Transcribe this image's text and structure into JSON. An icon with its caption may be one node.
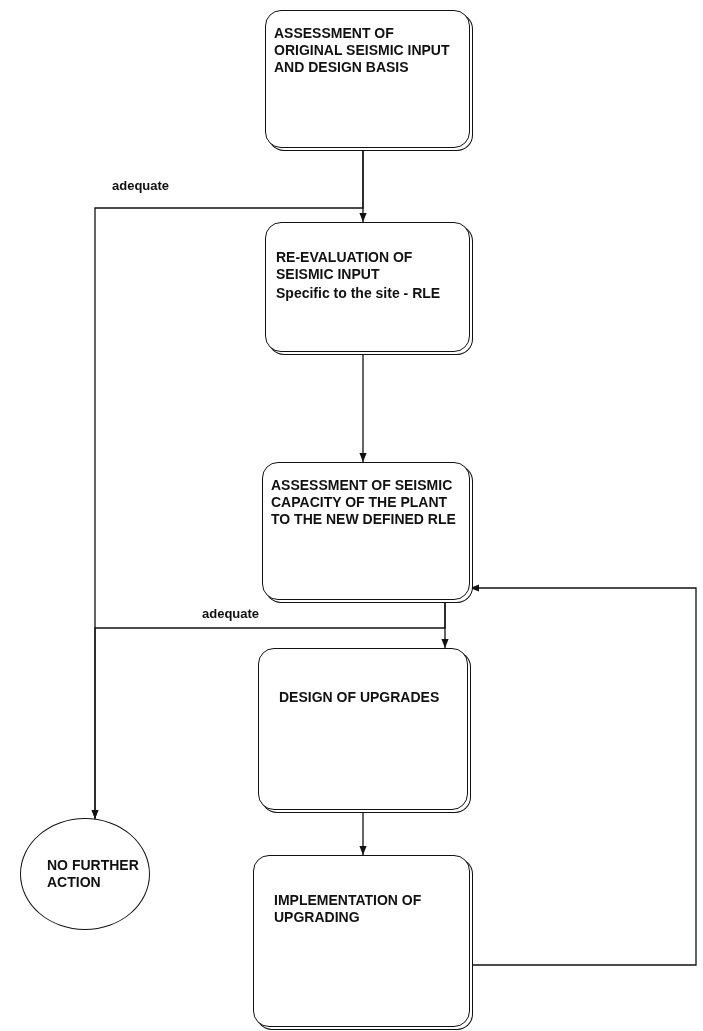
{
  "diagram": {
    "nodes": [
      {
        "text": [
          "ASSESSMENT OF ORIGINAL SEISMIC INPUT AND DESIGN BASIS"
        ]
      },
      {
        "text": [
          "RE-EVALUATION OF SEISMIC INPUT",
          "Specific to the site - RLE"
        ]
      },
      {
        "text": [
          "ASSESSMENT OF SEISMIC CAPACITY OF THE PLANT TO THE NEW DEFINED RLE"
        ]
      },
      {
        "text": [
          "DESIGN OF UPGRADES"
        ]
      },
      {
        "text": [
          "IMPLEMENTATION OF UPGRADING"
        ]
      },
      {
        "text": [
          "NO FURTHER ACTION"
        ]
      }
    ],
    "edges": [
      {
        "from": 0,
        "to": 1,
        "arrow": "to"
      },
      {
        "from": 0,
        "to": 5,
        "arrow": "to",
        "label": "adequate"
      },
      {
        "from": 1,
        "to": 2,
        "arrow": "to"
      },
      {
        "from": 2,
        "to": 3,
        "arrow": "to"
      },
      {
        "from": 2,
        "to": 5,
        "arrow": "to",
        "label": "adequate"
      },
      {
        "from": 3,
        "to": 4,
        "arrow": "to"
      },
      {
        "from": 4,
        "to": 2,
        "arrow": "to"
      }
    ]
  }
}
